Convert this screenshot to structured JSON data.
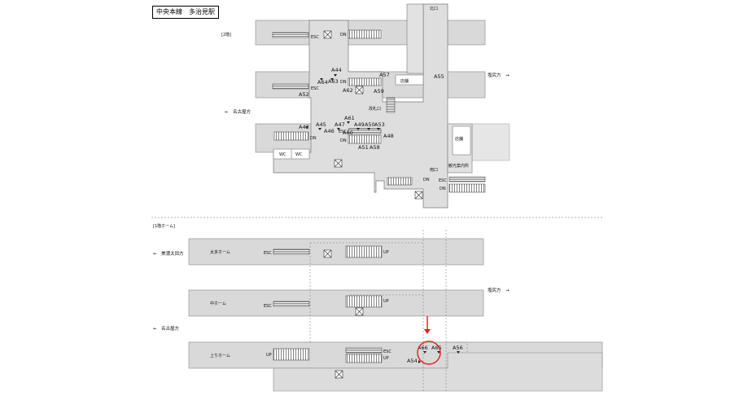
{
  "title": "中央本線　多治見駅",
  "floor2": {
    "heading": "[2階]",
    "north_exit": "北口",
    "south_exit": "南口",
    "ticket_gate": "改札口",
    "shop": "店舗",
    "tourist_info": "観光案内所",
    "wc": "WC",
    "esc": "ESC",
    "dn": "DN",
    "direction_shiojiri": "塩尻方　→",
    "direction_nagoya": "←　名古屋方",
    "gates": [
      "A44",
      "A64",
      "A63",
      "A57",
      "A55",
      "A62",
      "A59",
      "A52",
      "A61",
      "A43",
      "A45",
      "A47",
      "A49",
      "A50",
      "A53",
      "A46",
      "A60",
      "A48",
      "A51",
      "A58"
    ]
  },
  "floor1": {
    "heading": "[1階ホーム]",
    "platform_top": "太多ホーム",
    "platform_mid": "中ホーム",
    "platform_bottom": "上りホーム",
    "esc": "ESC",
    "up": "UP",
    "direction_minokamo": "←　美濃太田方",
    "direction_shiojiri": "塩尻方　→",
    "direction_nagoya": "←　名古屋方",
    "gates": [
      "A66",
      "A65",
      "A56",
      "A54"
    ]
  },
  "highlight": {
    "color": "#e0201b",
    "target_gate": "A66"
  }
}
